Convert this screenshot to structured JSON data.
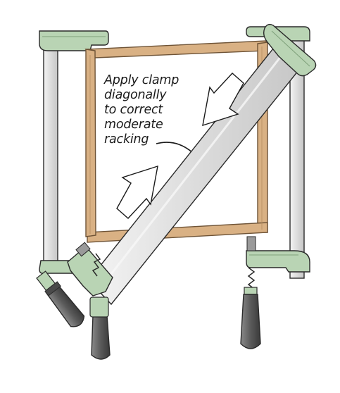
{
  "annotation": {
    "lines": [
      "Apply clamp",
      "diagonally",
      "to correct",
      "moderate",
      "racking"
    ]
  },
  "colors": {
    "wood": "#d9b184",
    "wood_edge": "#8a6a45",
    "clamp_jaw": "#b9d4b4",
    "clamp_jaw_dark": "#7ea07a",
    "bar": "#e2e2e2",
    "handle": "#6b6b6b",
    "handle_dark": "#3e3e3e",
    "outline": "#2a2a2a"
  },
  "icons": [
    "diagonal-arrow-down-left-icon",
    "diagonal-arrow-up-right-icon"
  ]
}
